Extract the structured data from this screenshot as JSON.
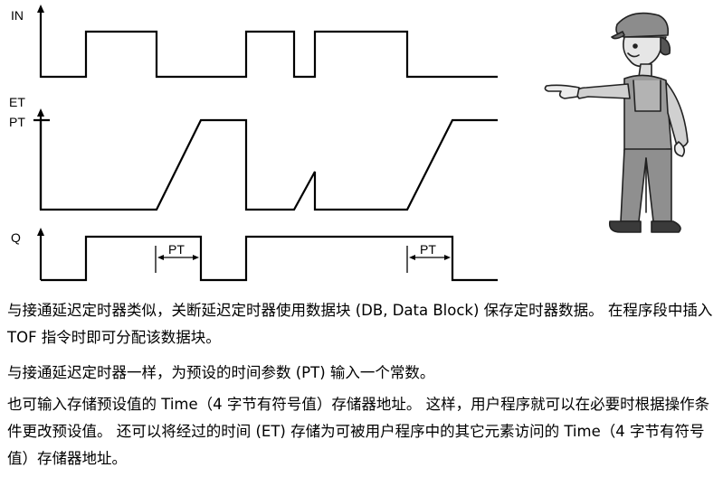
{
  "timing_diagram": {
    "signals": [
      {
        "id": "in",
        "label": "IN"
      },
      {
        "id": "et",
        "label": "ET"
      },
      {
        "id": "q",
        "label": "Q"
      }
    ],
    "pt_level_label": "PT",
    "pt_interval_labels": [
      "PT",
      "PT"
    ]
  },
  "illustration": {
    "description_icon": "worker-pointing-icon"
  },
  "text": {
    "paragraph_1": "与接通延迟定时器类似，关断延迟定时器使用数据块 (DB, Data Block) 保存定时器数据。 在程序段中插入 TOF 指令时即可分配该数据块。",
    "paragraph_2": "与接通延迟定时器一样，为预设的时间参数 (PT) 输入一个常数。",
    "paragraph_3": "也可输入存储预设值的 Time（4 字节有符号值）存储器地址。 这样，用户程序就可以在必要时根据操作条件更改预设值。 还可以将经过的时间 (ET) 存储为可被用户程序中的其它元素访问的 Time（4 字节有符号值）存储器地址。"
  }
}
